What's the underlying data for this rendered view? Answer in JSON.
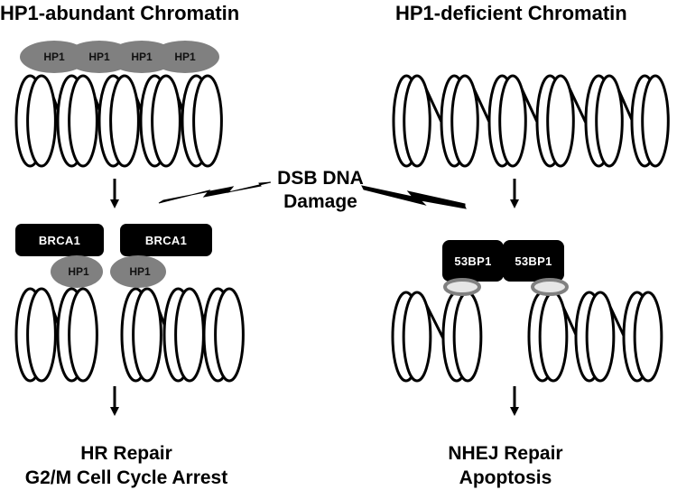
{
  "titles": {
    "left": "HP1-abundant Chromatin",
    "right": "HP1-deficient Chromatin"
  },
  "center": {
    "line1": "DSB DNA",
    "line2": "Damage"
  },
  "hp1_label": "HP1",
  "brca1_label": "BRCA1",
  "p53bp1_label": "53BP1",
  "outcomes": {
    "left": {
      "line1": "HR Repair",
      "line2": "G2/M Cell Cycle Arrest"
    },
    "right": {
      "line1": "NHEJ Repair",
      "line2": "Apoptosis"
    }
  },
  "colors": {
    "hp1_fill": "#808080",
    "box_fill": "#000000",
    "ring_fill": "#e6e6e6",
    "ring_stroke": "#808080"
  }
}
